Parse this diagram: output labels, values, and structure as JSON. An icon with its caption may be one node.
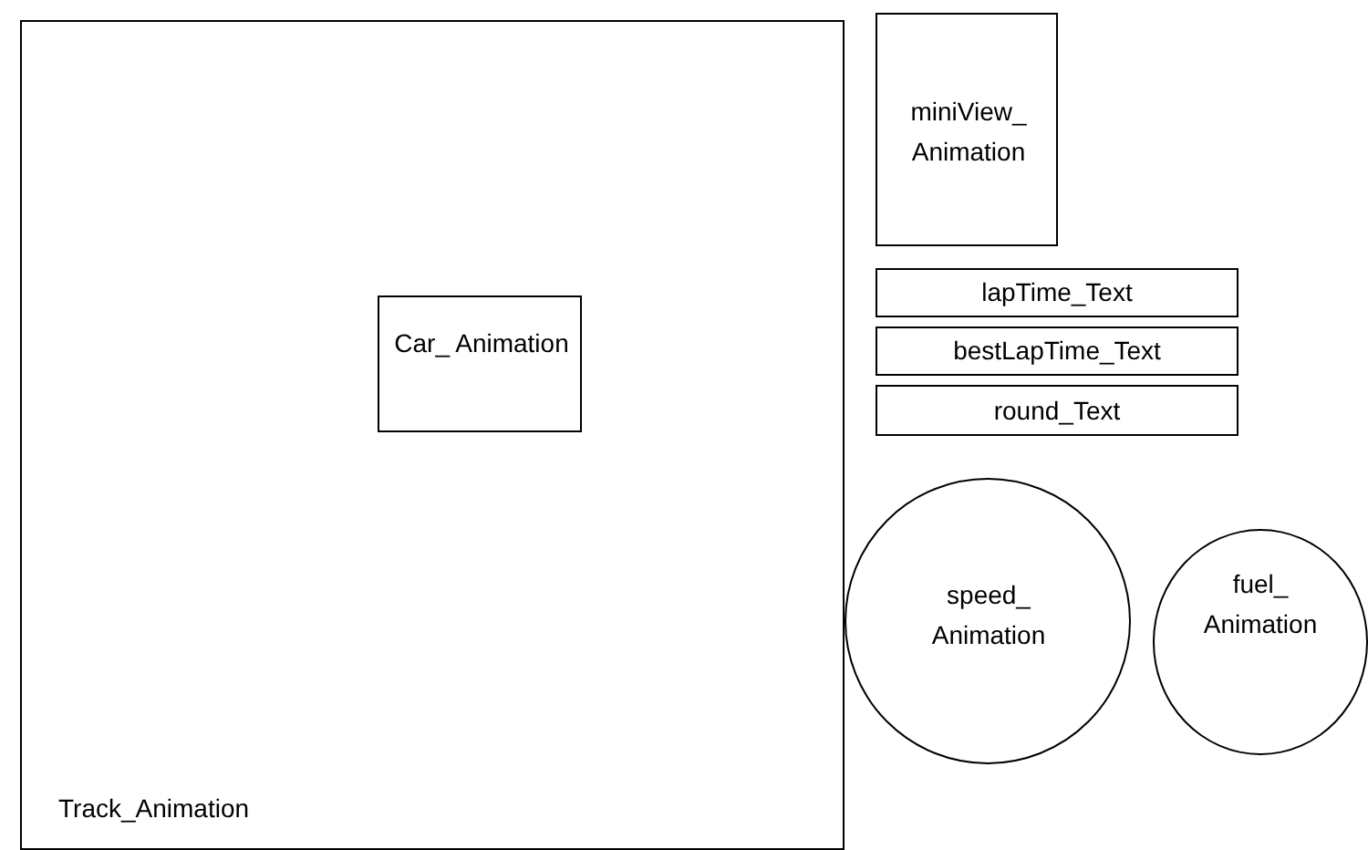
{
  "diagram": {
    "nodes": [
      {
        "text": [
          "Track_Animation"
        ]
      },
      {
        "text": [
          "Car_ Animation"
        ],
        "in": 0
      },
      {
        "text": [
          "miniView_ Animation"
        ]
      },
      {
        "text": [
          "lapTime_Text"
        ]
      },
      {
        "text": [
          "bestLapTime_Text"
        ]
      },
      {
        "text": [
          "round_Text"
        ]
      },
      {
        "text": [
          "speed_ Animation"
        ]
      },
      {
        "text": [
          "fuel_ Animation"
        ]
      }
    ]
  }
}
